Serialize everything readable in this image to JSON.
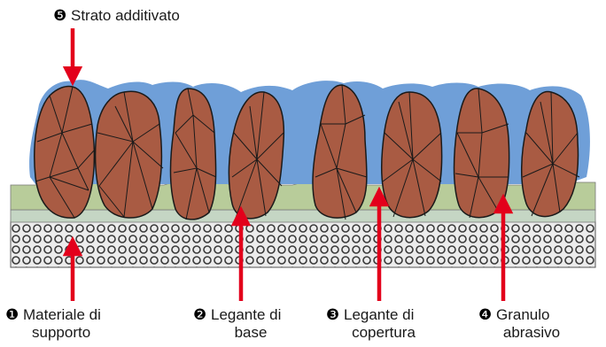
{
  "colors": {
    "backing": "#e7e7e7",
    "backing_circles": "#444444",
    "base_binder": "#c8d8c4",
    "size_coat": "#b9cc9a",
    "supersize": "#6f9fd8",
    "grain": "#a75a42",
    "grain_outline": "#1a1a1a",
    "arrow": "#e3001b"
  },
  "labels": {
    "l1": {
      "num": "❶",
      "line1": "Materiale di",
      "line2": "supporto"
    },
    "l2": {
      "num": "❷",
      "line1": "Legante di",
      "line2": "base"
    },
    "l3": {
      "num": "❸",
      "line1": "Legante di",
      "line2": "copertura"
    },
    "l4": {
      "num": "❹",
      "line1": "Granulo",
      "line2": "abrasivo"
    },
    "l5": {
      "num": "❺",
      "line1": "Strato additivato"
    }
  }
}
